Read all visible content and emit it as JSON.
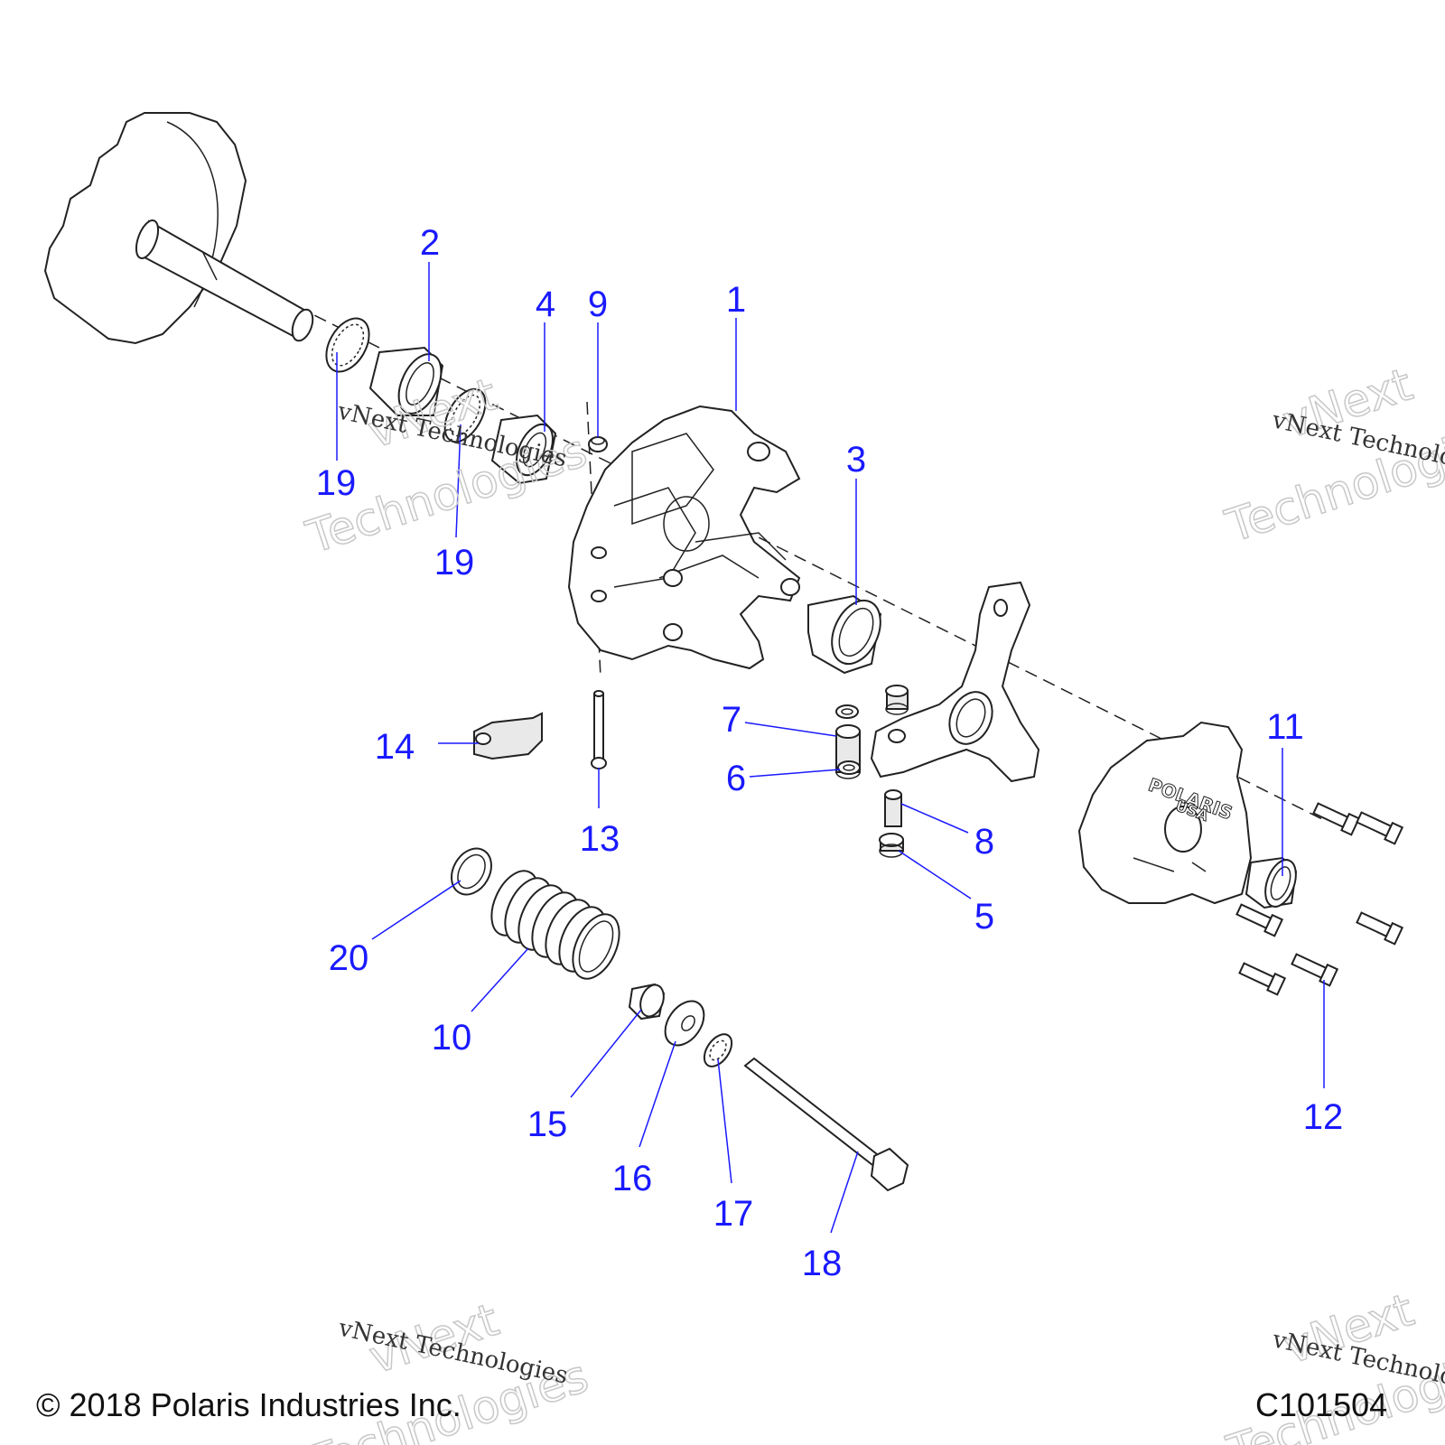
{
  "colors": {
    "callout": "#1a1aff",
    "line": "#222222",
    "watermark": "#c8c8c8"
  },
  "callouts": [
    {
      "id": "c1",
      "label": "1"
    },
    {
      "id": "c2",
      "label": "2"
    },
    {
      "id": "c3",
      "label": "3"
    },
    {
      "id": "c4",
      "label": "4"
    },
    {
      "id": "c5",
      "label": "5"
    },
    {
      "id": "c6",
      "label": "6"
    },
    {
      "id": "c7",
      "label": "7"
    },
    {
      "id": "c8",
      "label": "8"
    },
    {
      "id": "c9",
      "label": "9"
    },
    {
      "id": "c10",
      "label": "10"
    },
    {
      "id": "c11",
      "label": "11"
    },
    {
      "id": "c12",
      "label": "12"
    },
    {
      "id": "c13",
      "label": "13"
    },
    {
      "id": "c14",
      "label": "14"
    },
    {
      "id": "c15",
      "label": "15"
    },
    {
      "id": "c16",
      "label": "16"
    },
    {
      "id": "c17",
      "label": "17"
    },
    {
      "id": "c18",
      "label": "18"
    },
    {
      "id": "c19a",
      "label": "19"
    },
    {
      "id": "c19b",
      "label": "19"
    },
    {
      "id": "c20",
      "label": "20"
    }
  ],
  "watermark": {
    "line1": "vNext Technologies",
    "line2": "vNext",
    "line3": "Technologies"
  },
  "stamp": {
    "brand": "POLARIS",
    "country": "USA"
  },
  "footer": {
    "copyright": "© 2018 Polaris Industries Inc.",
    "figure_code": "C101504"
  }
}
